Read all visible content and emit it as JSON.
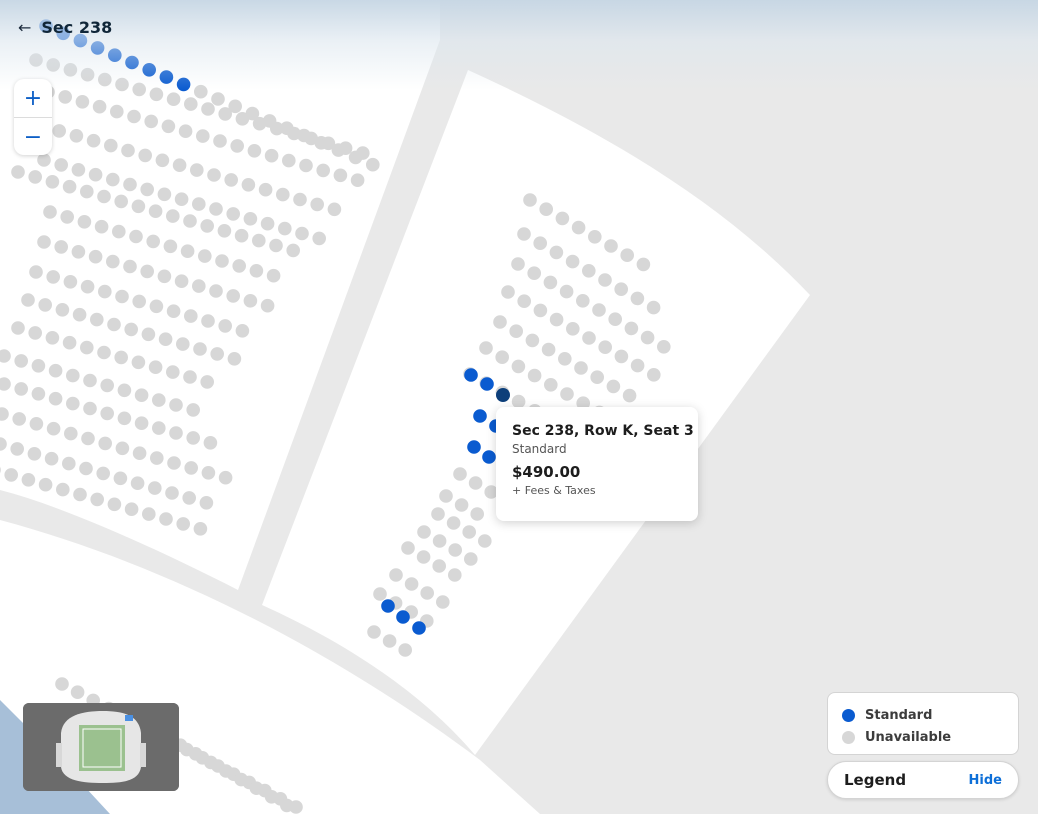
{
  "header": {
    "back_icon": "arrow-left-icon",
    "title": "Sec 238"
  },
  "zoom": {
    "in_label": "+",
    "out_label": "−"
  },
  "tooltip": {
    "title": "Sec 238, Row K, Seat 3",
    "seat_type": "Standard",
    "price": "$490.00",
    "fees": "+ Fees & Taxes"
  },
  "legend": {
    "items": [
      {
        "label": "Standard",
        "color": "#0a5bd0"
      },
      {
        "label": "Unavailable",
        "color": "#d7d7d7"
      }
    ],
    "toggle_label": "Legend",
    "hide_label": "Hide"
  },
  "colors": {
    "standard_seat": "#0a5bd0",
    "selected_seat": "#0d3f7a",
    "unavailable_seat": "#d7d7d7",
    "map_background": "#e9e9e9",
    "section_fill": "#ffffff",
    "accent": "#0d6fd8"
  },
  "minimap": {
    "icon": "stadium-minimap-icon"
  }
}
